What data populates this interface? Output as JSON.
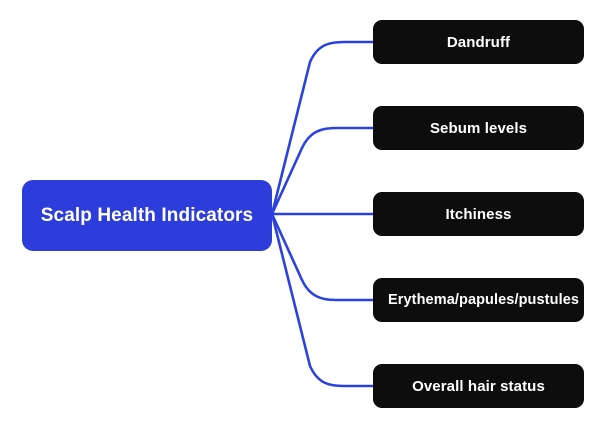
{
  "diagram": {
    "type": "mind-map",
    "orientation": "left-to-right",
    "background_color": "#ffffff",
    "root": {
      "label": "Scalp Health Indicators",
      "fill_color": "#2C3DDB",
      "text_color": "#ffffff"
    },
    "branch_color": "#2B42E0",
    "leaf_fill_color": "#0D0D0D",
    "leaf_text_color": "#ffffff",
    "leaves": [
      {
        "label": "Dandruff"
      },
      {
        "label": "Sebum levels"
      },
      {
        "label": "Itchiness"
      },
      {
        "label": "Erythema/papules/pustules",
        "clipped": true
      },
      {
        "label": "Overall hair status"
      }
    ]
  }
}
